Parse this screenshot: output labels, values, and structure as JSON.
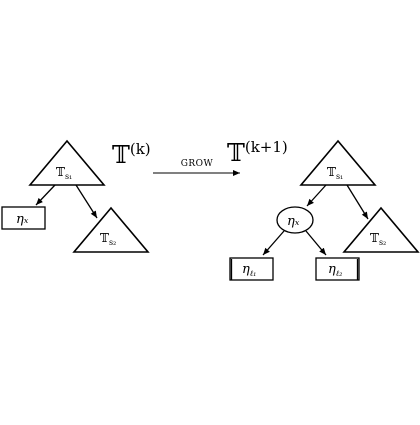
{
  "left_tree": {
    "label": "𝕋",
    "superscript": "(k)",
    "top_node": {
      "base": "𝕋",
      "subscript": "s₁"
    },
    "leaf": {
      "label": "ηₓ"
    },
    "subtree": {
      "base": "𝕋",
      "subscript": "s₂"
    }
  },
  "operation": {
    "label": "GROW"
  },
  "right_tree": {
    "label": "𝕋",
    "superscript": "(k+1)",
    "top_node": {
      "base": "𝕋",
      "subscript": "s₁"
    },
    "split_node": {
      "label": "ηₓ"
    },
    "left_leaf": {
      "label": "η",
      "subscript": "ℓ₁"
    },
    "right_leaf": {
      "label": "η",
      "subscript": "ℓ₂"
    },
    "subtree": {
      "base": "𝕋",
      "subscript": "s₂"
    }
  }
}
